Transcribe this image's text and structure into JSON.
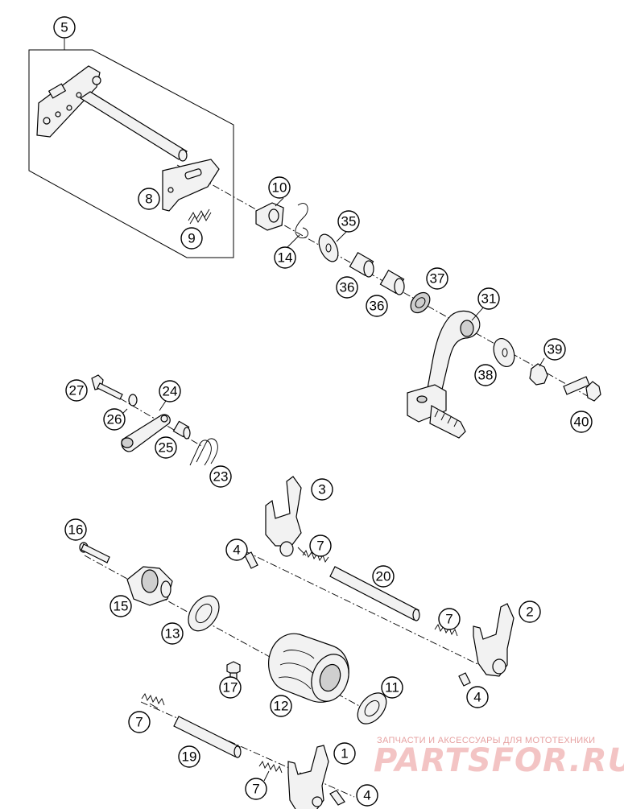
{
  "diagram": {
    "callouts": [
      "5",
      "8",
      "9",
      "10",
      "14",
      "35",
      "36",
      "36",
      "37",
      "31",
      "38",
      "39",
      "40",
      "27",
      "24",
      "26",
      "25",
      "23",
      "16",
      "15",
      "13",
      "3",
      "4",
      "7",
      "20",
      "17",
      "12",
      "11",
      "7",
      "2",
      "4",
      "7",
      "19",
      "7",
      "1",
      "4"
    ],
    "colors": {
      "line": "#000000",
      "part_fill": "#f2f2f2",
      "watermark": "#e6a0a0"
    }
  },
  "watermark": {
    "caption": "ЗАПЧАСТИ И АКСЕССУАРЫ ДЛЯ МОТОТЕХНИКИ",
    "logo": "PARTSFOR.RU"
  }
}
